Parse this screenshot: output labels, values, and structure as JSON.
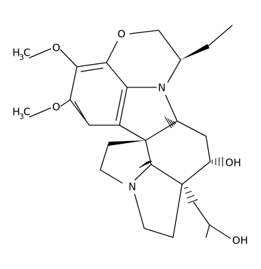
{
  "molecule": {
    "atoms": {
      "oxygen_ring": "O",
      "oxygen_methoxy_top": "O",
      "oxygen_methoxy_bottom": "O",
      "nitrogen_indoline": "N",
      "nitrogen_piperidine": "N",
      "hydroxyl_ring": "OH",
      "hydroxyl_chain": "OH",
      "methyl_top": "H",
      "methyl_top_sub": "3",
      "methyl_top_c": "C",
      "methyl_bottom": "H",
      "methyl_bottom_sub": "3",
      "methyl_bottom_c": "C"
    }
  }
}
